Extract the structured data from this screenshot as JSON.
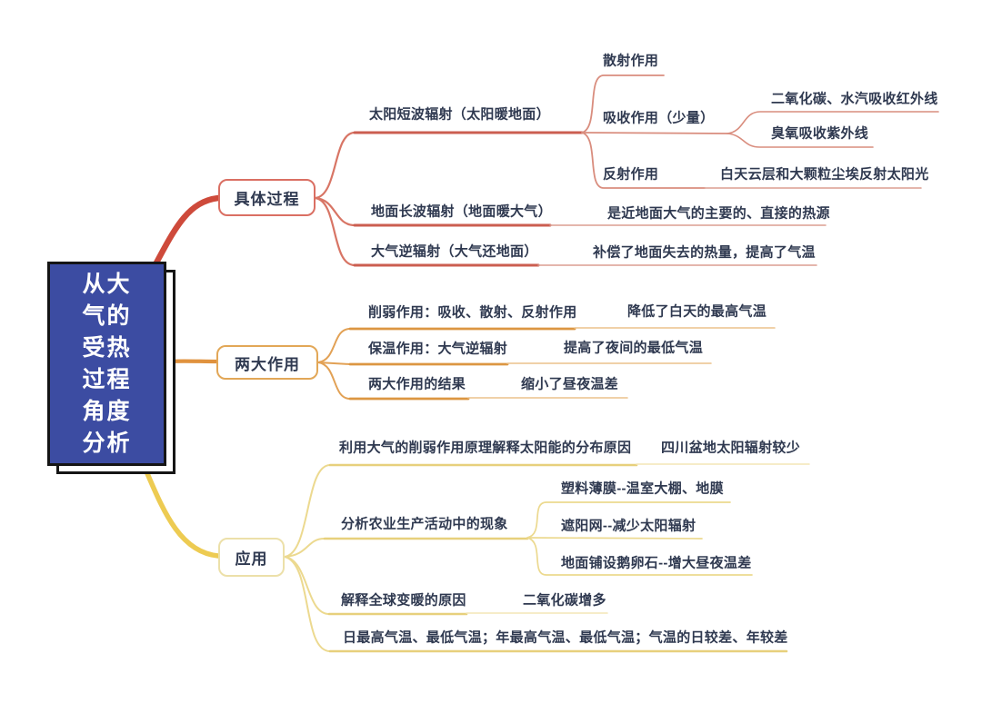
{
  "central": {
    "text": "从大\n气的\n受热\n过程\n角度\n分析"
  },
  "colors": {
    "central_bg": "#3c4ca2",
    "central_border": "#151515",
    "text": "#2f3950",
    "branch_process": "#ce4a3b",
    "branch_effects": "#e0923e",
    "branch_application": "#edcb52"
  },
  "branches": [
    {
      "label": "具体过程",
      "children": [
        {
          "label": "太阳短波辐射（太阳暖地面）",
          "children": [
            {
              "label": "散射作用"
            },
            {
              "label": "吸收作用（少量）",
              "children": [
                {
                  "label": "二氧化碳、水汽吸收红外线"
                },
                {
                  "label": "臭氧吸收紫外线"
                }
              ]
            },
            {
              "label": "反射作用",
              "note": "白天云层和大颗粒尘埃反射太阳光"
            }
          ]
        },
        {
          "label": "地面长波辐射（地面暖大气）",
          "note": "是近地面大气的主要的、直接的热源"
        },
        {
          "label": "大气逆辐射（大气还地面）",
          "note": "补偿了地面失去的热量，提高了气温"
        }
      ]
    },
    {
      "label": "两大作用",
      "children": [
        {
          "label": "削弱作用：吸收、散射、反射作用",
          "note": "降低了白天的最高气温"
        },
        {
          "label": "保温作用：大气逆辐射",
          "note": "提高了夜间的最低气温"
        },
        {
          "label": "两大作用的结果",
          "note": "缩小了昼夜温差"
        }
      ]
    },
    {
      "label": "应用",
      "children": [
        {
          "label": "利用大气的削弱作用原理解释太阳能的分布原因",
          "note": "四川盆地太阳辐射较少"
        },
        {
          "label": "分析农业生产活动中的现象",
          "children": [
            {
              "label": "塑料薄膜--温室大棚、地膜"
            },
            {
              "label": "遮阳网--减少太阳辐射"
            },
            {
              "label": "地面铺设鹅卵石--增大昼夜温差"
            }
          ]
        },
        {
          "label": "解释全球变暖的原因",
          "note": "二氧化碳增多"
        },
        {
          "label": "日最高气温、最低气温；年最高气温、最低气温；气温的日较差、年较差"
        }
      ]
    }
  ]
}
